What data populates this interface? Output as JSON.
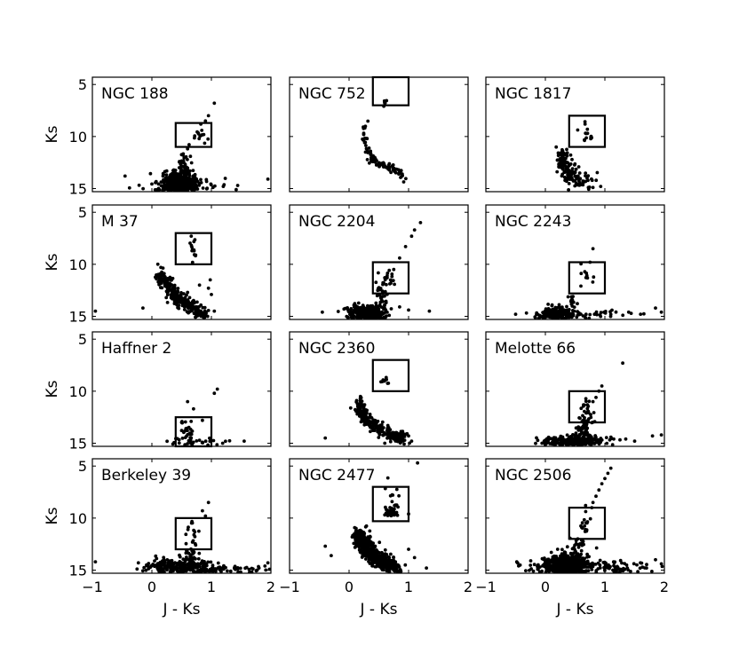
{
  "chart_data": {
    "type": "scatter",
    "layout": {
      "rows": 4,
      "cols": 3
    },
    "xlabel": "J - Ks",
    "ylabel": "Ks",
    "xlim": [
      -1,
      2
    ],
    "ylim": [
      15.3,
      4.3
    ],
    "y_inverted": true,
    "xticks": [
      {
        "value": -1,
        "label": "−1"
      },
      {
        "value": 0,
        "label": "0"
      },
      {
        "value": 1,
        "label": "1"
      },
      {
        "value": 2,
        "label": "2"
      }
    ],
    "yticks": [
      {
        "value": 5,
        "label": "5"
      },
      {
        "value": 10,
        "label": "10"
      },
      {
        "value": 15,
        "label": "15"
      }
    ],
    "marker_color": "#000000",
    "panels": [
      {
        "name": "NGC 188",
        "box": {
          "x": [
            0.4,
            1.0
          ],
          "y": [
            8.7,
            11.0
          ]
        },
        "clusters": [
          {
            "cx": 0.45,
            "cy": 14.5,
            "sx": 0.13,
            "sy": 0.55,
            "n": 420
          },
          {
            "cx": 0.55,
            "cy": 13.2,
            "sx": 0.06,
            "sy": 0.9,
            "n": 60
          },
          {
            "cx": 0.55,
            "cy": 14.6,
            "sx": 0.35,
            "sy": 0.45,
            "n": 60
          },
          {
            "cx": 0.8,
            "cy": 9.9,
            "sx": 0.06,
            "sy": 0.45,
            "n": 14
          }
        ],
        "extra": [
          [
            0.95,
            8.0
          ],
          [
            1.05,
            6.8
          ],
          [
            -0.45,
            13.8
          ],
          [
            1.2,
            14.8
          ],
          [
            1.95,
            14.1
          ],
          [
            0.9,
            8.5
          ]
        ]
      },
      {
        "name": "NGC 752",
        "box": {
          "x": [
            0.4,
            1.0
          ],
          "y": [
            4.3,
            7.0
          ]
        },
        "curve": {
          "points": [
            [
              0.25,
              8.8
            ],
            [
              0.3,
              11.3
            ],
            [
              0.4,
              12.2
            ],
            [
              0.6,
              12.9
            ],
            [
              0.8,
              13.3
            ],
            [
              0.95,
              14.2
            ]
          ],
          "n": 95,
          "sx": 0.025,
          "sy": 0.18
        },
        "clusters": [
          {
            "cx": 0.6,
            "cy": 6.8,
            "sx": 0.015,
            "sy": 0.25,
            "n": 6
          }
        ],
        "extra": []
      },
      {
        "name": "NGC 1817",
        "box": {
          "x": [
            0.4,
            1.0
          ],
          "y": [
            8.0,
            11.0
          ]
        },
        "clusters": [
          {
            "cx": 0.28,
            "cy": 12.3,
            "sx": 0.04,
            "sy": 0.5,
            "n": 60
          },
          {
            "cx": 0.4,
            "cy": 13.4,
            "sx": 0.08,
            "sy": 0.5,
            "n": 70
          },
          {
            "cx": 0.6,
            "cy": 14.4,
            "sx": 0.12,
            "sy": 0.5,
            "n": 40
          },
          {
            "cx": 0.7,
            "cy": 9.7,
            "sx": 0.05,
            "sy": 0.4,
            "n": 14
          }
        ],
        "extra": [
          [
            0.93,
            14.8
          ],
          [
            0.8,
            14.9
          ]
        ]
      },
      {
        "name": "M 37",
        "box": {
          "x": [
            0.4,
            1.0
          ],
          "y": [
            7.0,
            10.0
          ]
        },
        "curve": {
          "points": [
            [
              0.15,
              11.0
            ],
            [
              0.25,
              12.0
            ],
            [
              0.45,
              13.3
            ],
            [
              0.65,
              14.1
            ],
            [
              0.9,
              14.8
            ]
          ],
          "n": 300,
          "sx": 0.06,
          "sy": 0.3
        },
        "clusters": [
          {
            "cx": 0.68,
            "cy": 8.7,
            "sx": 0.05,
            "sy": 0.45,
            "n": 14
          }
        ],
        "extra": [
          [
            -0.95,
            14.5
          ],
          [
            -0.15,
            14.2
          ],
          [
            0.95,
            12.3
          ],
          [
            0.98,
            11.5
          ],
          [
            1.0,
            12.9
          ],
          [
            1.05,
            14.5
          ],
          [
            0.6,
            12.7
          ],
          [
            0.8,
            12.0
          ],
          [
            0.1,
            10.0
          ],
          [
            0.15,
            10.3
          ]
        ]
      },
      {
        "name": "NGC 2204",
        "box": {
          "x": [
            0.4,
            1.0
          ],
          "y": [
            9.8,
            12.8
          ]
        },
        "clusters": [
          {
            "cx": 0.3,
            "cy": 14.7,
            "sx": 0.16,
            "sy": 0.35,
            "n": 350
          },
          {
            "cx": 0.55,
            "cy": 13.2,
            "sx": 0.05,
            "sy": 0.7,
            "n": 30
          },
          {
            "cx": 0.65,
            "cy": 11.4,
            "sx": 0.06,
            "sy": 0.4,
            "n": 16
          }
        ],
        "extra": [
          [
            0.75,
            10.5
          ],
          [
            0.85,
            9.4
          ],
          [
            0.95,
            8.3
          ],
          [
            1.05,
            7.3
          ],
          [
            1.1,
            6.7
          ],
          [
            1.2,
            6.0
          ],
          [
            0.85,
            14.1
          ],
          [
            1.0,
            14.4
          ],
          [
            1.35,
            14.5
          ],
          [
            -0.45,
            14.6
          ]
        ]
      },
      {
        "name": "NGC 2243",
        "box": {
          "x": [
            0.4,
            1.0
          ],
          "y": [
            9.8,
            12.8
          ]
        },
        "clusters": [
          {
            "cx": 0.2,
            "cy": 14.7,
            "sx": 0.13,
            "sy": 0.3,
            "n": 160
          },
          {
            "cx": 0.7,
            "cy": 14.8,
            "sx": 0.5,
            "sy": 0.25,
            "n": 60
          },
          {
            "cx": 0.45,
            "cy": 13.5,
            "sx": 0.04,
            "sy": 0.6,
            "n": 14
          },
          {
            "cx": 0.68,
            "cy": 11.3,
            "sx": 0.05,
            "sy": 0.6,
            "n": 10
          }
        ],
        "extra": [
          [
            0.8,
            8.5
          ],
          [
            0.75,
            9.8
          ],
          [
            1.85,
            14.2
          ],
          [
            1.95,
            14.6
          ],
          [
            1.6,
            14.8
          ],
          [
            1.4,
            14.6
          ],
          [
            -0.5,
            14.8
          ]
        ]
      },
      {
        "name": "Haffner 2",
        "box": {
          "x": [
            0.4,
            1.0
          ],
          "y": [
            12.5,
            15.3
          ]
        },
        "clusters": [
          {
            "cx": 0.6,
            "cy": 14.0,
            "sx": 0.07,
            "sy": 0.6,
            "n": 25
          },
          {
            "cx": 0.7,
            "cy": 14.8,
            "sx": 0.35,
            "sy": 0.2,
            "n": 30
          }
        ],
        "extra": [
          [
            0.6,
            11.0
          ],
          [
            0.7,
            11.7
          ],
          [
            1.05,
            10.2
          ],
          [
            1.1,
            9.8
          ],
          [
            0.85,
            12.8
          ],
          [
            1.55,
            14.8
          ],
          [
            0.5,
            13.0
          ]
        ]
      },
      {
        "name": "NGC 2360",
        "box": {
          "x": [
            0.4,
            1.0
          ],
          "y": [
            7.0,
            10.0
          ]
        },
        "curve": {
          "points": [
            [
              0.15,
              11.0
            ],
            [
              0.25,
              12.4
            ],
            [
              0.45,
              13.5
            ],
            [
              0.7,
              14.2
            ],
            [
              0.9,
              14.6
            ]
          ],
          "n": 280,
          "sx": 0.05,
          "sy": 0.3
        },
        "clusters": [
          {
            "cx": 0.6,
            "cy": 9.0,
            "sx": 0.04,
            "sy": 0.3,
            "n": 10
          }
        ],
        "extra": [
          [
            -0.4,
            14.5
          ],
          [
            1.05,
            14.8
          ],
          [
            1.0,
            14.3
          ],
          [
            0.6,
            15.0
          ]
        ]
      },
      {
        "name": "Melotte 66",
        "box": {
          "x": [
            0.4,
            1.0
          ],
          "y": [
            10.0,
            13.0
          ]
        },
        "clusters": [
          {
            "cx": 0.45,
            "cy": 14.8,
            "sx": 0.25,
            "sy": 0.25,
            "n": 260
          },
          {
            "cx": 0.65,
            "cy": 14.0,
            "sx": 0.07,
            "sy": 0.7,
            "n": 60
          },
          {
            "cx": 0.7,
            "cy": 12.2,
            "sx": 0.06,
            "sy": 0.8,
            "n": 30
          }
        ],
        "extra": [
          [
            0.85,
            10.6
          ],
          [
            0.9,
            10.0
          ],
          [
            0.95,
            9.5
          ],
          [
            0.8,
            11.0
          ],
          [
            1.3,
            7.3
          ],
          [
            1.35,
            14.6
          ],
          [
            1.5,
            14.8
          ],
          [
            1.8,
            14.3
          ],
          [
            1.95,
            14.2
          ],
          [
            1.15,
            14.6
          ]
        ]
      },
      {
        "name": "Berkeley 39",
        "box": {
          "x": [
            0.4,
            1.0
          ],
          "y": [
            10.0,
            13.0
          ]
        },
        "clusters": [
          {
            "cx": 0.55,
            "cy": 14.7,
            "sx": 0.3,
            "sy": 0.35,
            "n": 260
          },
          {
            "cx": 0.65,
            "cy": 13.6,
            "sx": 0.06,
            "sy": 0.6,
            "n": 30
          },
          {
            "cx": 0.68,
            "cy": 11.5,
            "sx": 0.05,
            "sy": 0.6,
            "n": 14
          },
          {
            "cx": 1.4,
            "cy": 14.9,
            "sx": 0.35,
            "sy": 0.2,
            "n": 40
          }
        ],
        "extra": [
          [
            0.85,
            9.3
          ],
          [
            0.95,
            8.5
          ],
          [
            0.9,
            9.8
          ],
          [
            -0.95,
            14.2
          ],
          [
            -0.25,
            14.9
          ],
          [
            1.95,
            14.3
          ],
          [
            1.8,
            14.8
          ]
        ]
      },
      {
        "name": "NGC 2477",
        "box": {
          "x": [
            0.4,
            1.0
          ],
          "y": [
            7.0,
            10.3
          ]
        },
        "curve": {
          "points": [
            [
              0.18,
              11.5
            ],
            [
              0.25,
              12.6
            ],
            [
              0.4,
              13.6
            ],
            [
              0.6,
              14.3
            ],
            [
              0.8,
              14.8
            ]
          ],
          "n": 520,
          "sx": 0.07,
          "sy": 0.35
        },
        "clusters": [
          {
            "cx": 0.72,
            "cy": 9.3,
            "sx": 0.06,
            "sy": 0.3,
            "n": 35
          },
          {
            "cx": 0.8,
            "cy": 7.8,
            "sx": 0.12,
            "sy": 0.5,
            "n": 8
          }
        ],
        "extra": [
          [
            1.15,
            4.7
          ],
          [
            -0.4,
            12.7
          ],
          [
            -0.3,
            13.6
          ],
          [
            1.0,
            13.0
          ],
          [
            1.1,
            13.8
          ],
          [
            1.3,
            14.8
          ],
          [
            0.6,
            9.7
          ],
          [
            1.0,
            9.6
          ]
        ]
      },
      {
        "name": "NGC 2506",
        "box": {
          "x": [
            0.4,
            1.0
          ],
          "y": [
            9.0,
            12.0
          ]
        },
        "clusters": [
          {
            "cx": 0.35,
            "cy": 14.4,
            "sx": 0.18,
            "sy": 0.45,
            "n": 500
          },
          {
            "cx": 0.6,
            "cy": 14.7,
            "sx": 0.55,
            "sy": 0.3,
            "n": 150
          },
          {
            "cx": 0.55,
            "cy": 12.8,
            "sx": 0.05,
            "sy": 0.7,
            "n": 25
          },
          {
            "cx": 0.65,
            "cy": 10.6,
            "sx": 0.05,
            "sy": 0.6,
            "n": 16
          }
        ],
        "extra": [
          [
            0.8,
            8.5
          ],
          [
            0.85,
            7.9
          ],
          [
            0.9,
            7.3
          ],
          [
            0.95,
            6.7
          ],
          [
            1.0,
            6.2
          ],
          [
            1.05,
            5.7
          ],
          [
            1.1,
            5.2
          ],
          [
            0.78,
            9.0
          ],
          [
            1.95,
            14.4
          ],
          [
            1.85,
            14.0
          ],
          [
            1.7,
            14.8
          ],
          [
            -0.45,
            14.6
          ]
        ]
      }
    ]
  }
}
